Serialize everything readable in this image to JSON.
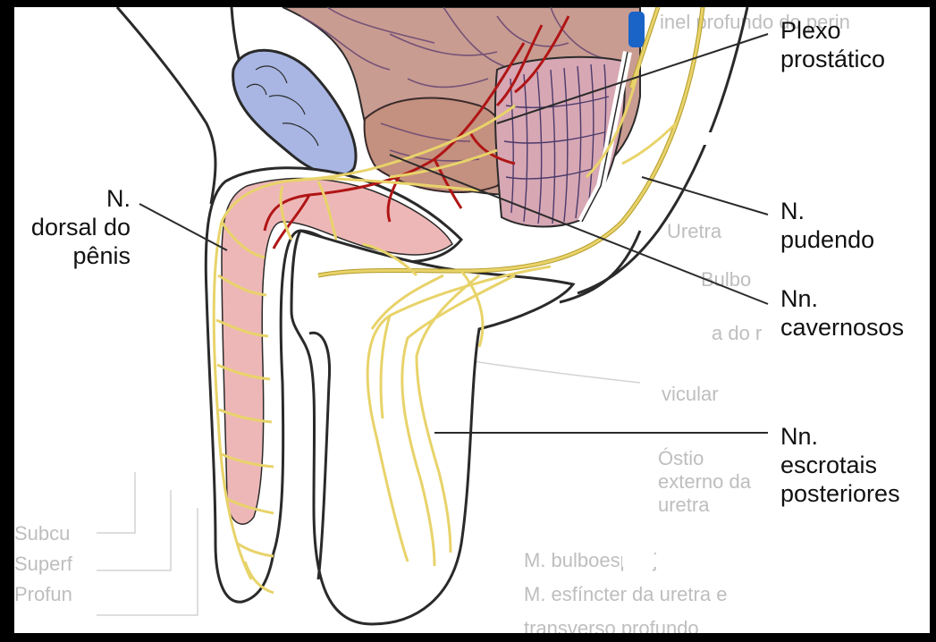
{
  "colors": {
    "nerve": "#e8d36a",
    "nerve_outline": "#b39b2a",
    "artery": "#b01515",
    "tissue_pink": "#eeb7b7",
    "bladder": "#b98a80",
    "bladder_vein": "#6d4b72",
    "bulb_blue": "#a9b6e3",
    "vein_blue": "#1a63c7",
    "outline": "#2a2a2a",
    "bleed_text": "#a9a9a9"
  },
  "labels": {
    "plexo_prostatico": [
      "Plexo",
      "prostático"
    ],
    "n_dorsal_penis": [
      "N.",
      "dorsal do",
      "pênis"
    ],
    "n_pudendo": [
      "N.",
      "pudendo"
    ],
    "nn_cavernosos": [
      "Nn.",
      "cavernosos"
    ],
    "nn_escrotais_posteriores": [
      "Nn.",
      "escrotais",
      "posteriores"
    ]
  },
  "bleed_through_text": {
    "top_right": "inel profundo do perin",
    "uretra": "Uretra",
    "bulbo": "Bulbo",
    "a_do": "a do r",
    "vicular": "vicular",
    "ostio": [
      "Óstio",
      "externo da",
      "uretra"
    ],
    "left_bottom": [
      "Subcu",
      "Superf",
      "Profun"
    ],
    "bottom_center": [
      "M. bulboesponjoso",
      "M. esfíncter da uretra e",
      "transverso profundo"
    ]
  }
}
